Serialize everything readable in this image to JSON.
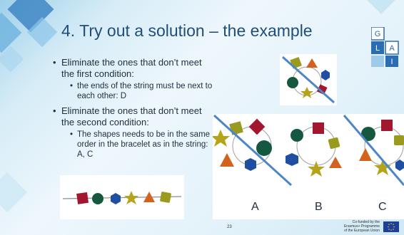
{
  "slide": {
    "title": "4. Try out a solution – the example",
    "bullets": [
      {
        "text": "Eliminate the ones that don’t meet the first condition:",
        "sub": "the ends of the string must be next to each other: D"
      },
      {
        "text": "Eliminate the ones that don’t meet the second condition:",
        "sub": "The shapes needs to be in the same order in the bracelet as in the string: A, C"
      }
    ],
    "option_labels": [
      "A",
      "B",
      "C"
    ],
    "page_number": "23",
    "footer": {
      "cofunded_line1": "Co-funded by the",
      "cofunded_line2": "Erasmus+ Programme",
      "cofunded_line3": "of the European Union"
    },
    "logo_letters": [
      "G",
      "L",
      "A",
      "I"
    ]
  },
  "colors": {
    "title": "#1f4e79",
    "red": "#a3162f",
    "green": "#14593f",
    "blue": "#1f4fa3",
    "yellow": "#b5a41b",
    "orange": "#d2621c",
    "olive": "#9a9a1e",
    "strike_line": "#4d86c6"
  }
}
